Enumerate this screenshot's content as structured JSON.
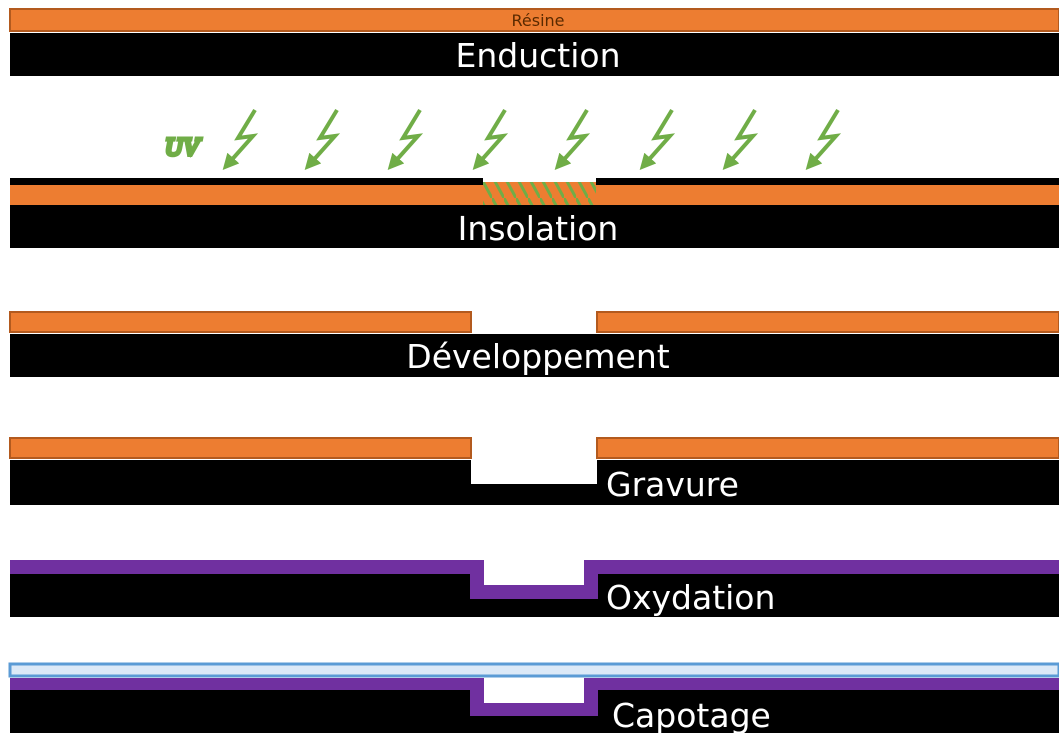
{
  "labels": {
    "resine": "Résine",
    "uv": "UV",
    "steps": [
      "Enduction",
      "Insolation",
      "Développement",
      "Gravure",
      "Oxydation",
      "Capotage"
    ]
  },
  "colors": {
    "substrate": "#000000",
    "resin": "#ed7d31",
    "resin_edge": "#b35a1e",
    "uv_arrow": "#70ad47",
    "oxide": "#7030a0",
    "capot_fill": "#dce9f7",
    "capot_edge": "#5b9bd5",
    "text": "#ffffff"
  },
  "icons": {
    "uv_arrow": "lightning-arrow-icon"
  }
}
